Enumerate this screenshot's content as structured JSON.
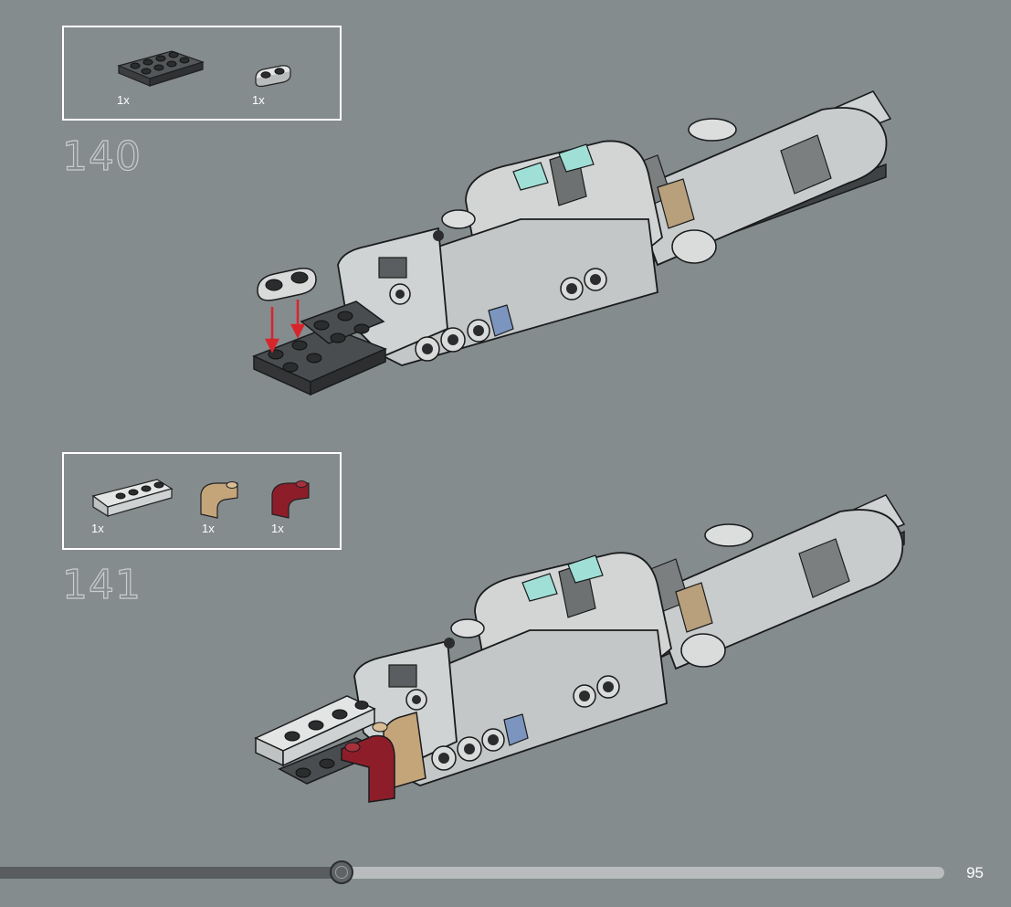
{
  "steps": [
    {
      "number": "140",
      "parts": [
        {
          "qty": "1x",
          "icon": "dark-gray-plate-2x4-icon",
          "color": "#4a4d4f"
        },
        {
          "qty": "1x",
          "icon": "light-gray-plate-1x2-rounded-icon",
          "color": "#d9dbdb"
        }
      ]
    },
    {
      "number": "141",
      "parts": [
        {
          "qty": "1x",
          "icon": "light-gray-slope-1x4-icon",
          "color": "#dcdede"
        },
        {
          "qty": "1x",
          "icon": "tan-curved-slope-icon",
          "color": "#c4a57a"
        },
        {
          "qty": "1x",
          "icon": "dark-red-curved-slope-icon",
          "color": "#8e1d2a"
        }
      ]
    }
  ],
  "progress": {
    "fraction": 0.362
  },
  "page_number": "95",
  "colors": {
    "background": "#858c8e",
    "arrow": "#d6262c",
    "trans_light_blue": "#9fdfd6",
    "blue": "#7b95bf"
  }
}
